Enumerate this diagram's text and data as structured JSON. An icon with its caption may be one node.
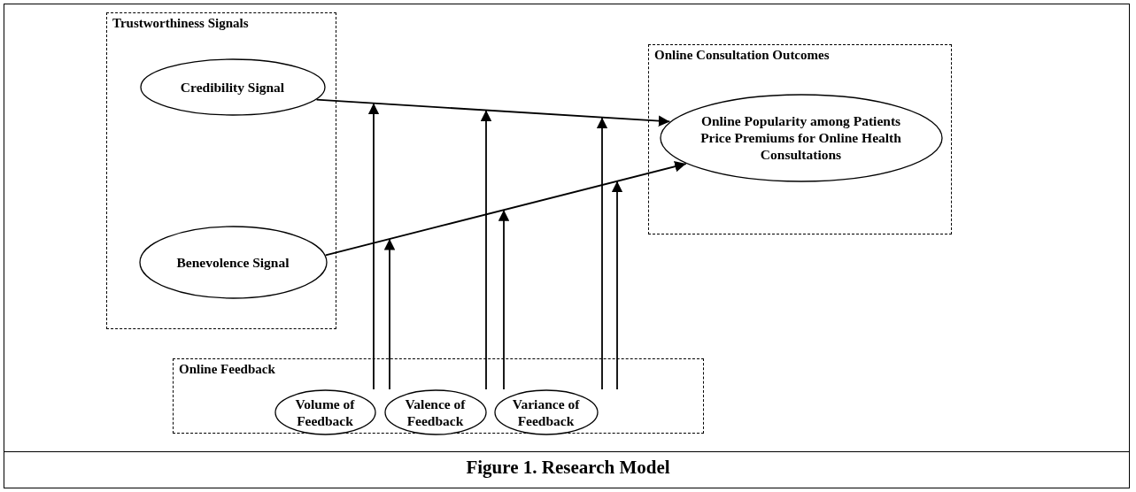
{
  "diagram": {
    "caption": "Figure 1. Research Model",
    "nodes": [
      {
        "text": [
          "Trustworthiness Signals"
        ]
      },
      {
        "text": [
          "Credibility Signal"
        ],
        "in": 0
      },
      {
        "text": [
          "Benevolence Signal"
        ],
        "in": 0
      },
      {
        "text": [
          "Online Consultation Outcomes"
        ]
      },
      {
        "text": [
          "Online Popularity among Patients",
          "Price Premiums for Online Health Consultations"
        ],
        "in": 3
      },
      {
        "text": [
          "Online Feedback"
        ]
      },
      {
        "text": [
          "Volume of Feedback"
        ],
        "in": 5
      },
      {
        "text": [
          "Valence of Feedback"
        ],
        "in": 5
      },
      {
        "text": [
          "Variance of Feedback"
        ],
        "in": 5
      }
    ],
    "edges": [
      {
        "from": 1,
        "to": 4,
        "arrow": "to"
      },
      {
        "from": 2,
        "to": 4,
        "arrow": "to"
      },
      {
        "from": 6,
        "to": null,
        "arrow": "to"
      },
      {
        "from": 6,
        "to": null,
        "arrow": "to"
      },
      {
        "from": 7,
        "to": null,
        "arrow": "to"
      },
      {
        "from": 7,
        "to": null,
        "arrow": "to"
      },
      {
        "from": 8,
        "to": null,
        "arrow": "to"
      },
      {
        "from": 8,
        "to": null,
        "arrow": "to"
      }
    ]
  }
}
